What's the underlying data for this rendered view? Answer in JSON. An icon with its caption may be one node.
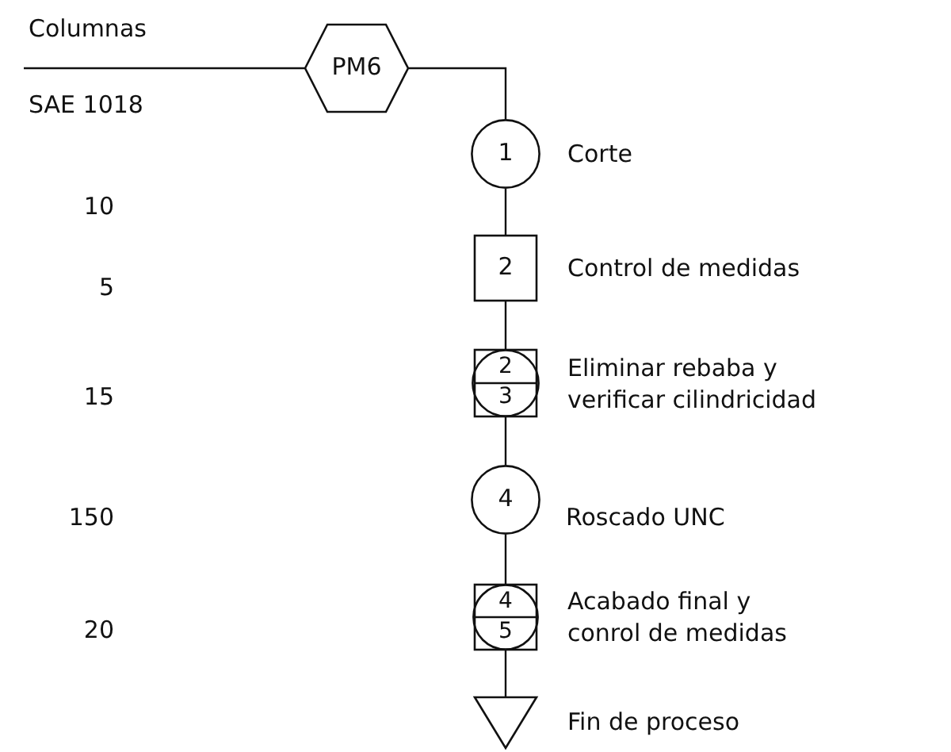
{
  "diagram": {
    "nodes": [
      {
        "text": [
          "PM6"
        ]
      },
      {
        "text": [
          "1"
        ],
        "beside": [
          "Corte"
        ]
      },
      {
        "text": [
          "2"
        ],
        "beside": [
          "Control de medidas"
        ]
      },
      {
        "text": [
          "2",
          "3"
        ],
        "beside": [
          "Eliminar rebaba y verificar cilindricidad"
        ]
      },
      {
        "text": [
          "4"
        ],
        "beside": [
          "Roscado UNC"
        ]
      },
      {
        "text": [
          "4",
          "5"
        ],
        "beside": [
          "Acabado final y conrol de medidas"
        ]
      },
      {
        "text": [],
        "shape": "triangle",
        "beside": [
          "Fin de proceso"
        ]
      }
    ],
    "edges": [
      {
        "from": null,
        "to": 0,
        "arrow": "none"
      },
      {
        "from": 0,
        "to": 1,
        "arrow": "none"
      },
      {
        "from": 1,
        "to": 2,
        "arrow": "none"
      },
      {
        "from": 2,
        "to": 3,
        "arrow": "none"
      },
      {
        "from": 3,
        "to": 4,
        "arrow": "none"
      },
      {
        "from": 4,
        "to": 5,
        "arrow": "none"
      },
      {
        "from": 5,
        "to": 6,
        "arrow": "none"
      }
    ],
    "labels": [
      "Columnas",
      "SAE 1018",
      "10",
      "5",
      "15",
      "150",
      "20"
    ]
  }
}
